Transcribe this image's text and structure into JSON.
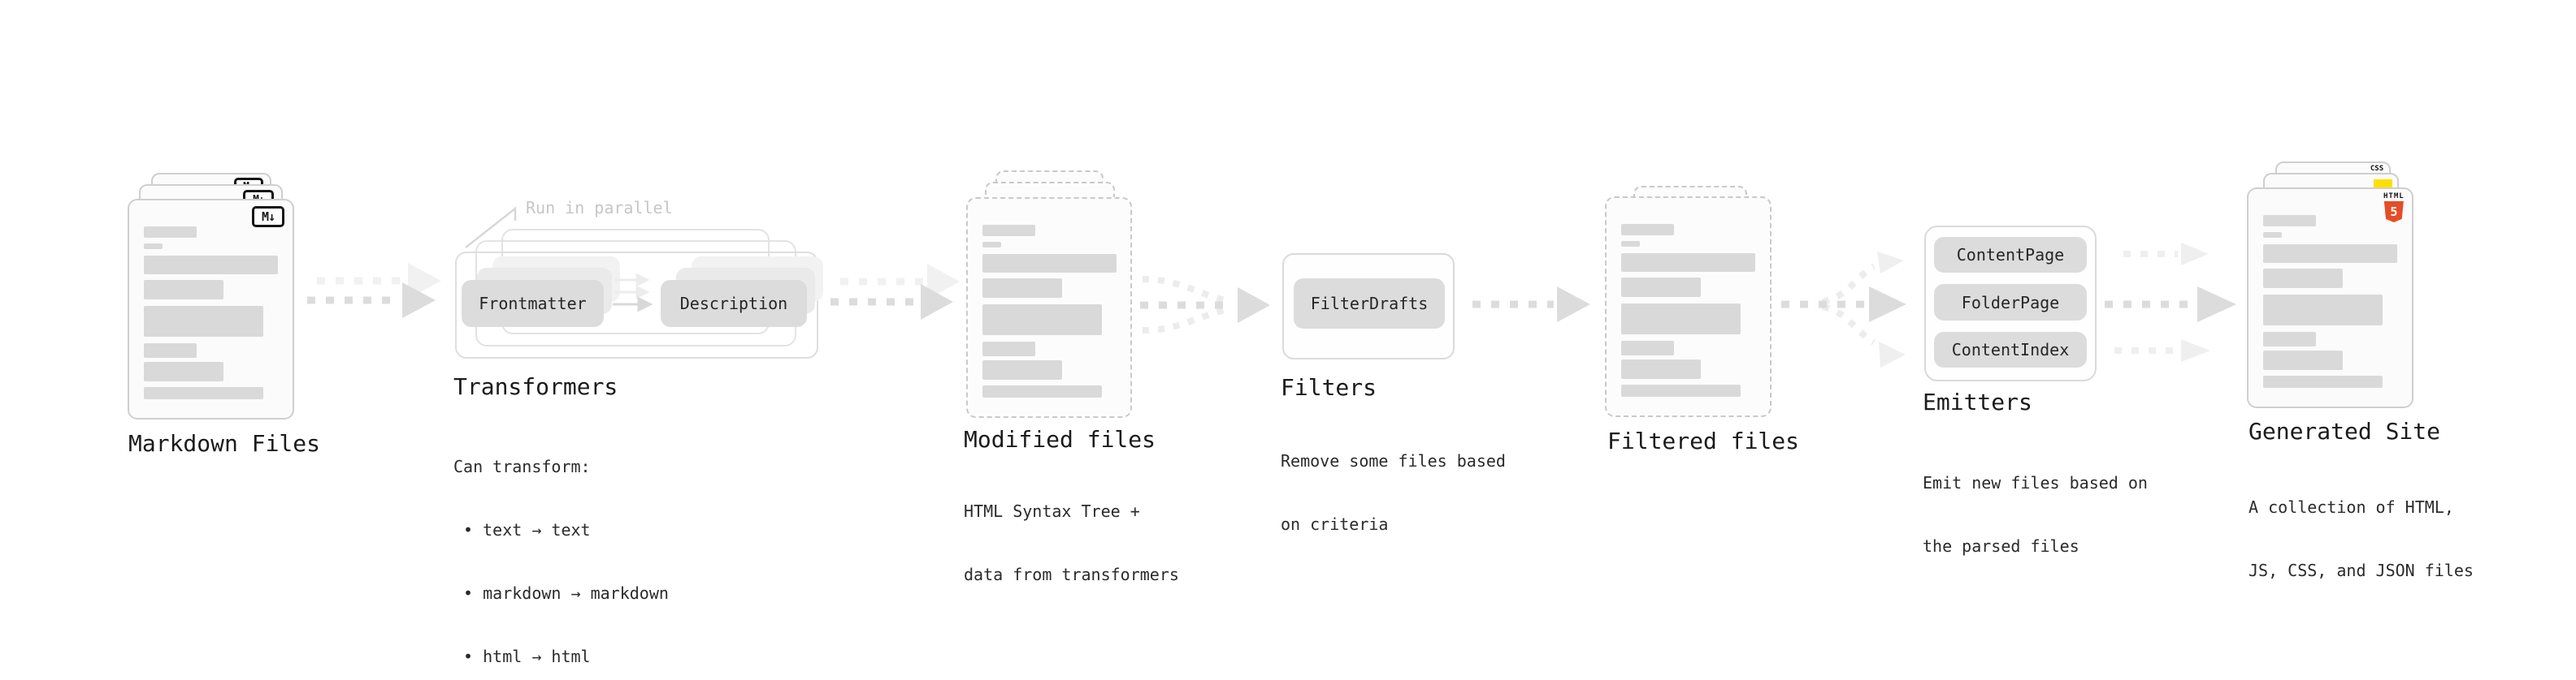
{
  "markdown": {
    "label": "Markdown Files",
    "badge": "M↓"
  },
  "transformers": {
    "label": "Transformers",
    "annotation": "Run in parallel",
    "pill_frontmatter": "Frontmatter",
    "pill_description": "Description",
    "desc_title": "Can transform:",
    "bullet1": " • text → text",
    "bullet2": " • markdown → markdown",
    "bullet3": " • html → html"
  },
  "modified": {
    "label": "Modified files",
    "desc1": "HTML Syntax Tree +",
    "desc2": "data from transformers"
  },
  "filters": {
    "label": "Filters",
    "pill": "FilterDrafts",
    "desc1": "Remove some files based",
    "desc2": "on criteria"
  },
  "filtered": {
    "label": "Filtered files"
  },
  "emitters": {
    "label": "Emitters",
    "pill1": "ContentPage",
    "pill2": "FolderPage",
    "pill3": "ContentIndex",
    "desc1": "Emit new files based on",
    "desc2": "the parsed files"
  },
  "generated": {
    "label": "Generated Site",
    "badge_css": "CSS",
    "badge_html_word": "HTML",
    "badge_html_five": "5",
    "desc1": "A collection of HTML,",
    "desc2": "JS, CSS, and JSON files"
  },
  "colors": {
    "css_blue": "#2760e6",
    "js_yellow": "#ffdf00",
    "html_orange": "#e44d26",
    "pill_gray": "#dcdcdc",
    "bar_gray": "#d9d9d9"
  }
}
